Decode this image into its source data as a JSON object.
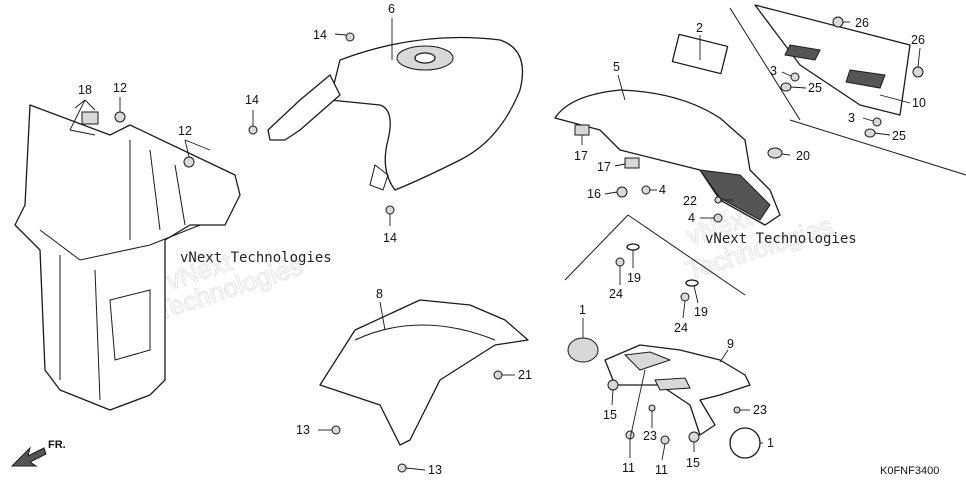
{
  "watermark": {
    "text_a": "vNext Technologies",
    "text_b": "vNext",
    "text_c": "Technologies"
  },
  "diagram_code": "K0FNF3400",
  "direction_label": "FR.",
  "callouts": {
    "c1a": "1",
    "c1b": "1",
    "c2": "2",
    "c3a": "3",
    "c3b": "3",
    "c4a": "4",
    "c4b": "4",
    "c5": "5",
    "c6": "6",
    "c8": "8",
    "c9": "9",
    "c10": "10",
    "c11a": "11",
    "c11b": "11",
    "c12a": "12",
    "c12b": "12",
    "c13a": "13",
    "c13b": "13",
    "c14a": "14",
    "c14b": "14",
    "c14c": "14",
    "c15a": "15",
    "c15b": "15",
    "c16": "16",
    "c17a": "17",
    "c17b": "17",
    "c18": "18",
    "c19a": "19",
    "c19b": "19",
    "c20": "20",
    "c21": "21",
    "c22": "22",
    "c23a": "23",
    "c23b": "23",
    "c24a": "24",
    "c24b": "24",
    "c25a": "25",
    "c25b": "25",
    "c26a": "26",
    "c26b": "26"
  }
}
